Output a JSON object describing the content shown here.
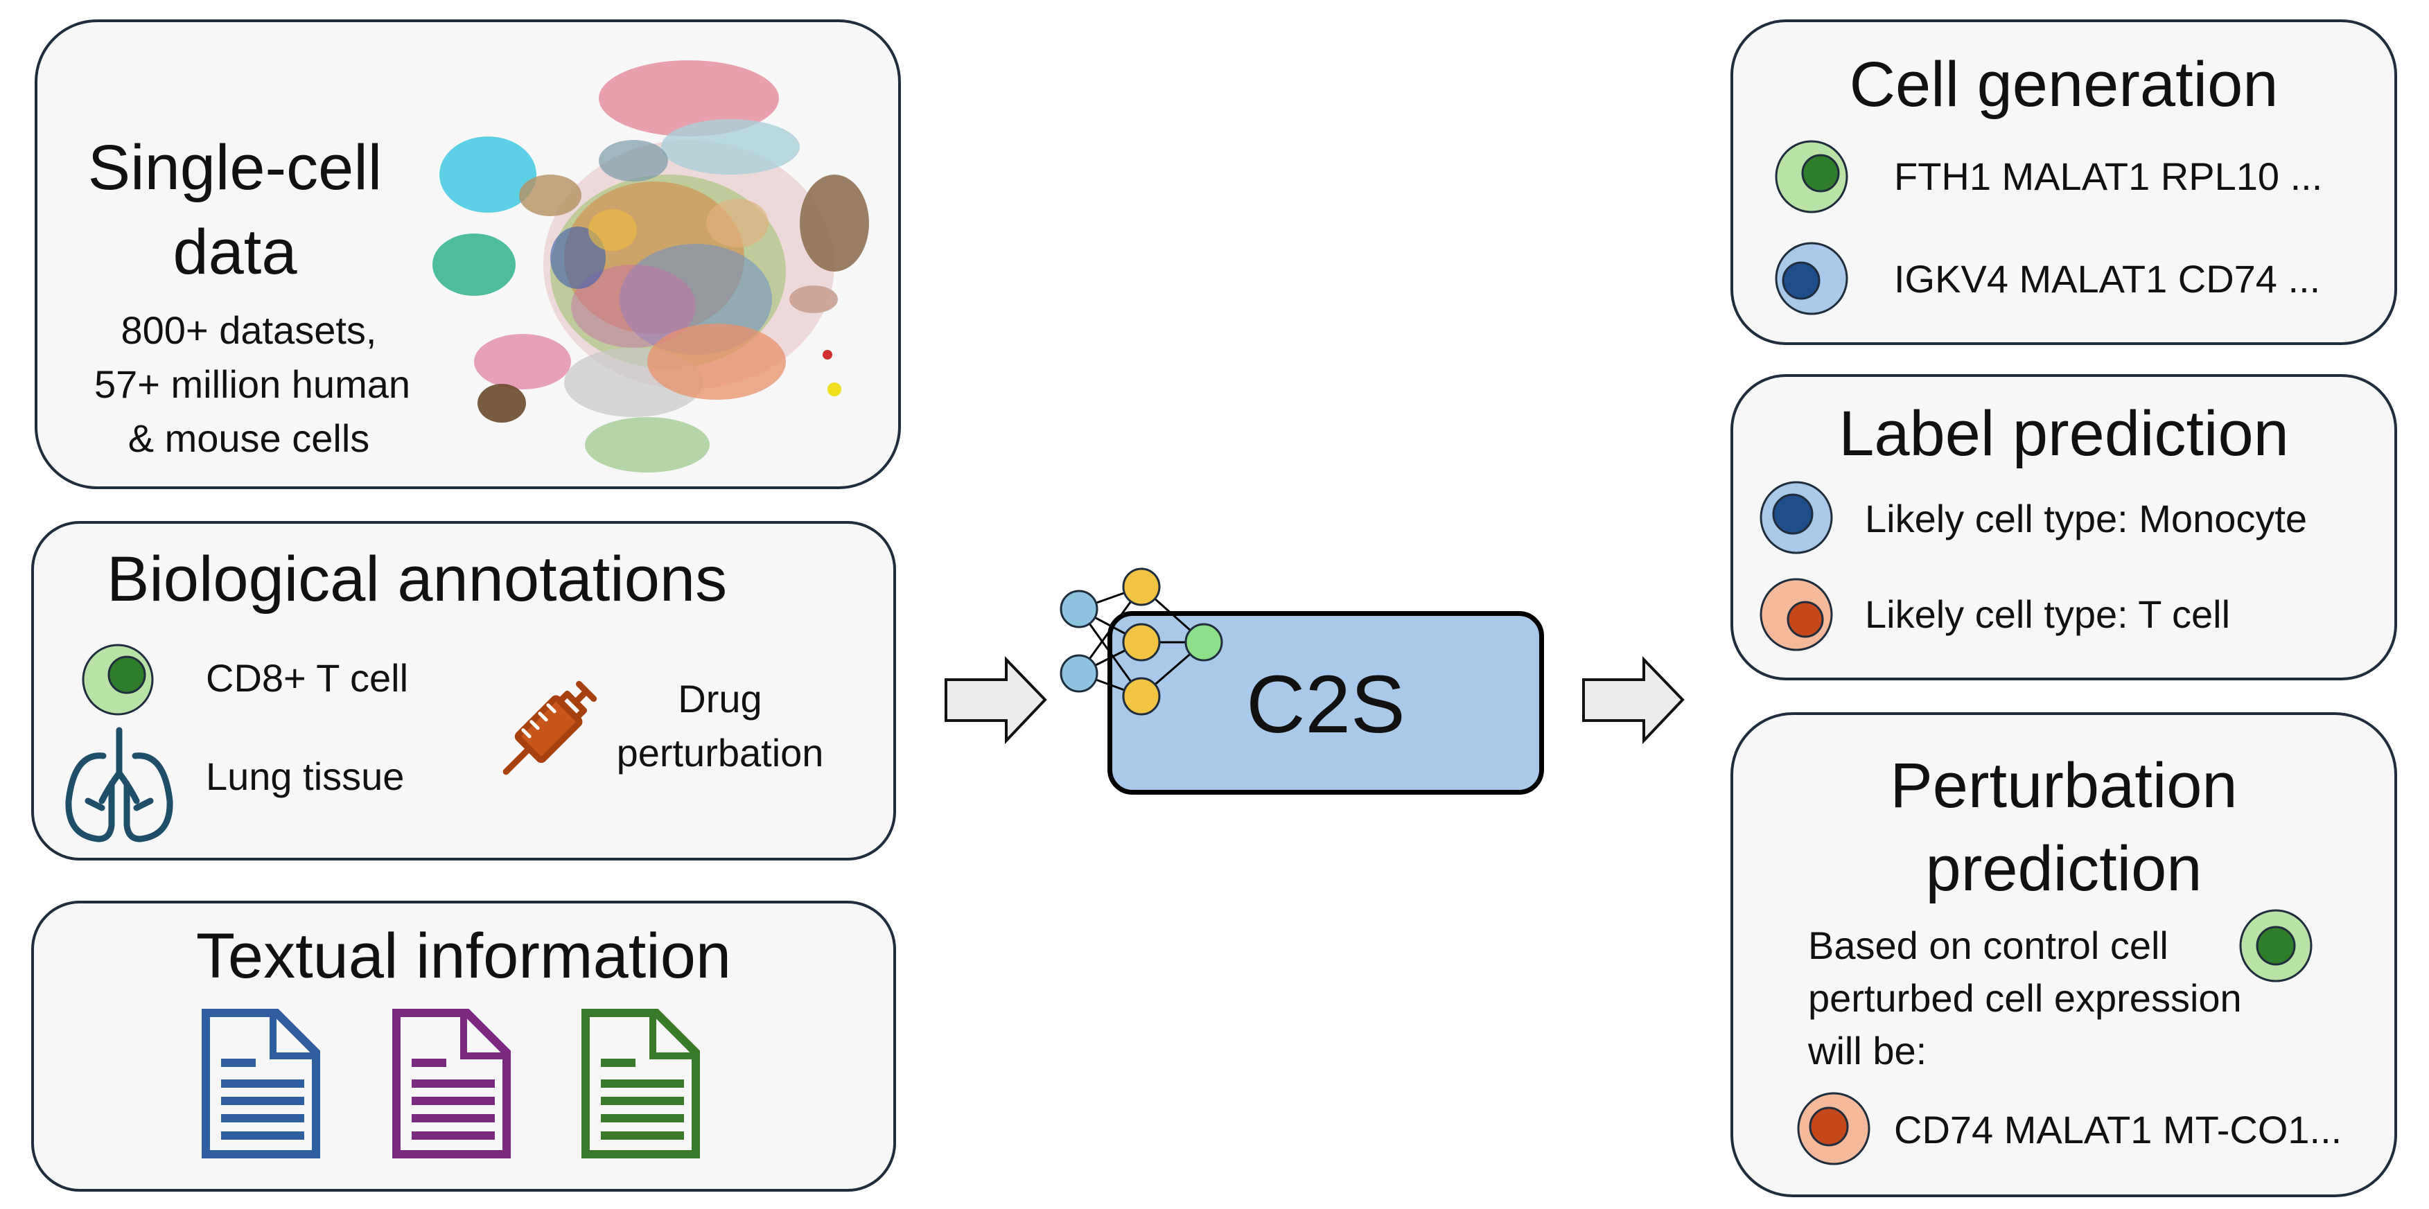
{
  "inputs": {
    "single_cell": {
      "title_line1": "Single-cell",
      "title_line2": "data",
      "stats_line1": "800+ datasets,",
      "stats_line2": "57+ million human",
      "stats_line3": "& mouse cells"
    },
    "bio_annotations": {
      "title": "Biological annotations",
      "cell_label": "CD8+ T cell",
      "tissue_label": "Lung tissue",
      "drug_label_line1": "Drug",
      "drug_label_line2": "perturbation"
    },
    "textual": {
      "title": "Textual information",
      "doc_colors": [
        "#2f5f9e",
        "#7a2a7e",
        "#3a7a2a"
      ]
    }
  },
  "model": {
    "label": "C2S",
    "box_color": "#a9c9ea"
  },
  "outputs": {
    "cell_generation": {
      "title": "Cell generation",
      "rows": [
        {
          "text": "FTH1 MALAT1 RPL10 ...",
          "cell_color": "green"
        },
        {
          "text": "IGKV4 MALAT1 CD74 ...",
          "cell_color": "blue"
        }
      ]
    },
    "label_prediction": {
      "title": "Label prediction",
      "rows": [
        {
          "text": "Likely cell type: Monocyte",
          "cell_color": "blue"
        },
        {
          "text": "Likely cell type: T cell",
          "cell_color": "orange"
        }
      ]
    },
    "perturbation_prediction": {
      "title_line1": "Perturbation",
      "title_line2": "prediction",
      "desc_line1": "Based on control cell",
      "desc_line2": "perturbed cell expression",
      "desc_line3": "will be:",
      "result": "CD74 MALAT1 MT-CO1..."
    }
  },
  "colors": {
    "green_outer": "#b9e3a6",
    "green_inner": "#2f7d2a",
    "blue_outer": "#a9c9ea",
    "blue_inner": "#1f4e8a",
    "orange_outer": "#f4b99a",
    "orange_inner": "#c5481a",
    "box_border": "#1f2d3d"
  }
}
